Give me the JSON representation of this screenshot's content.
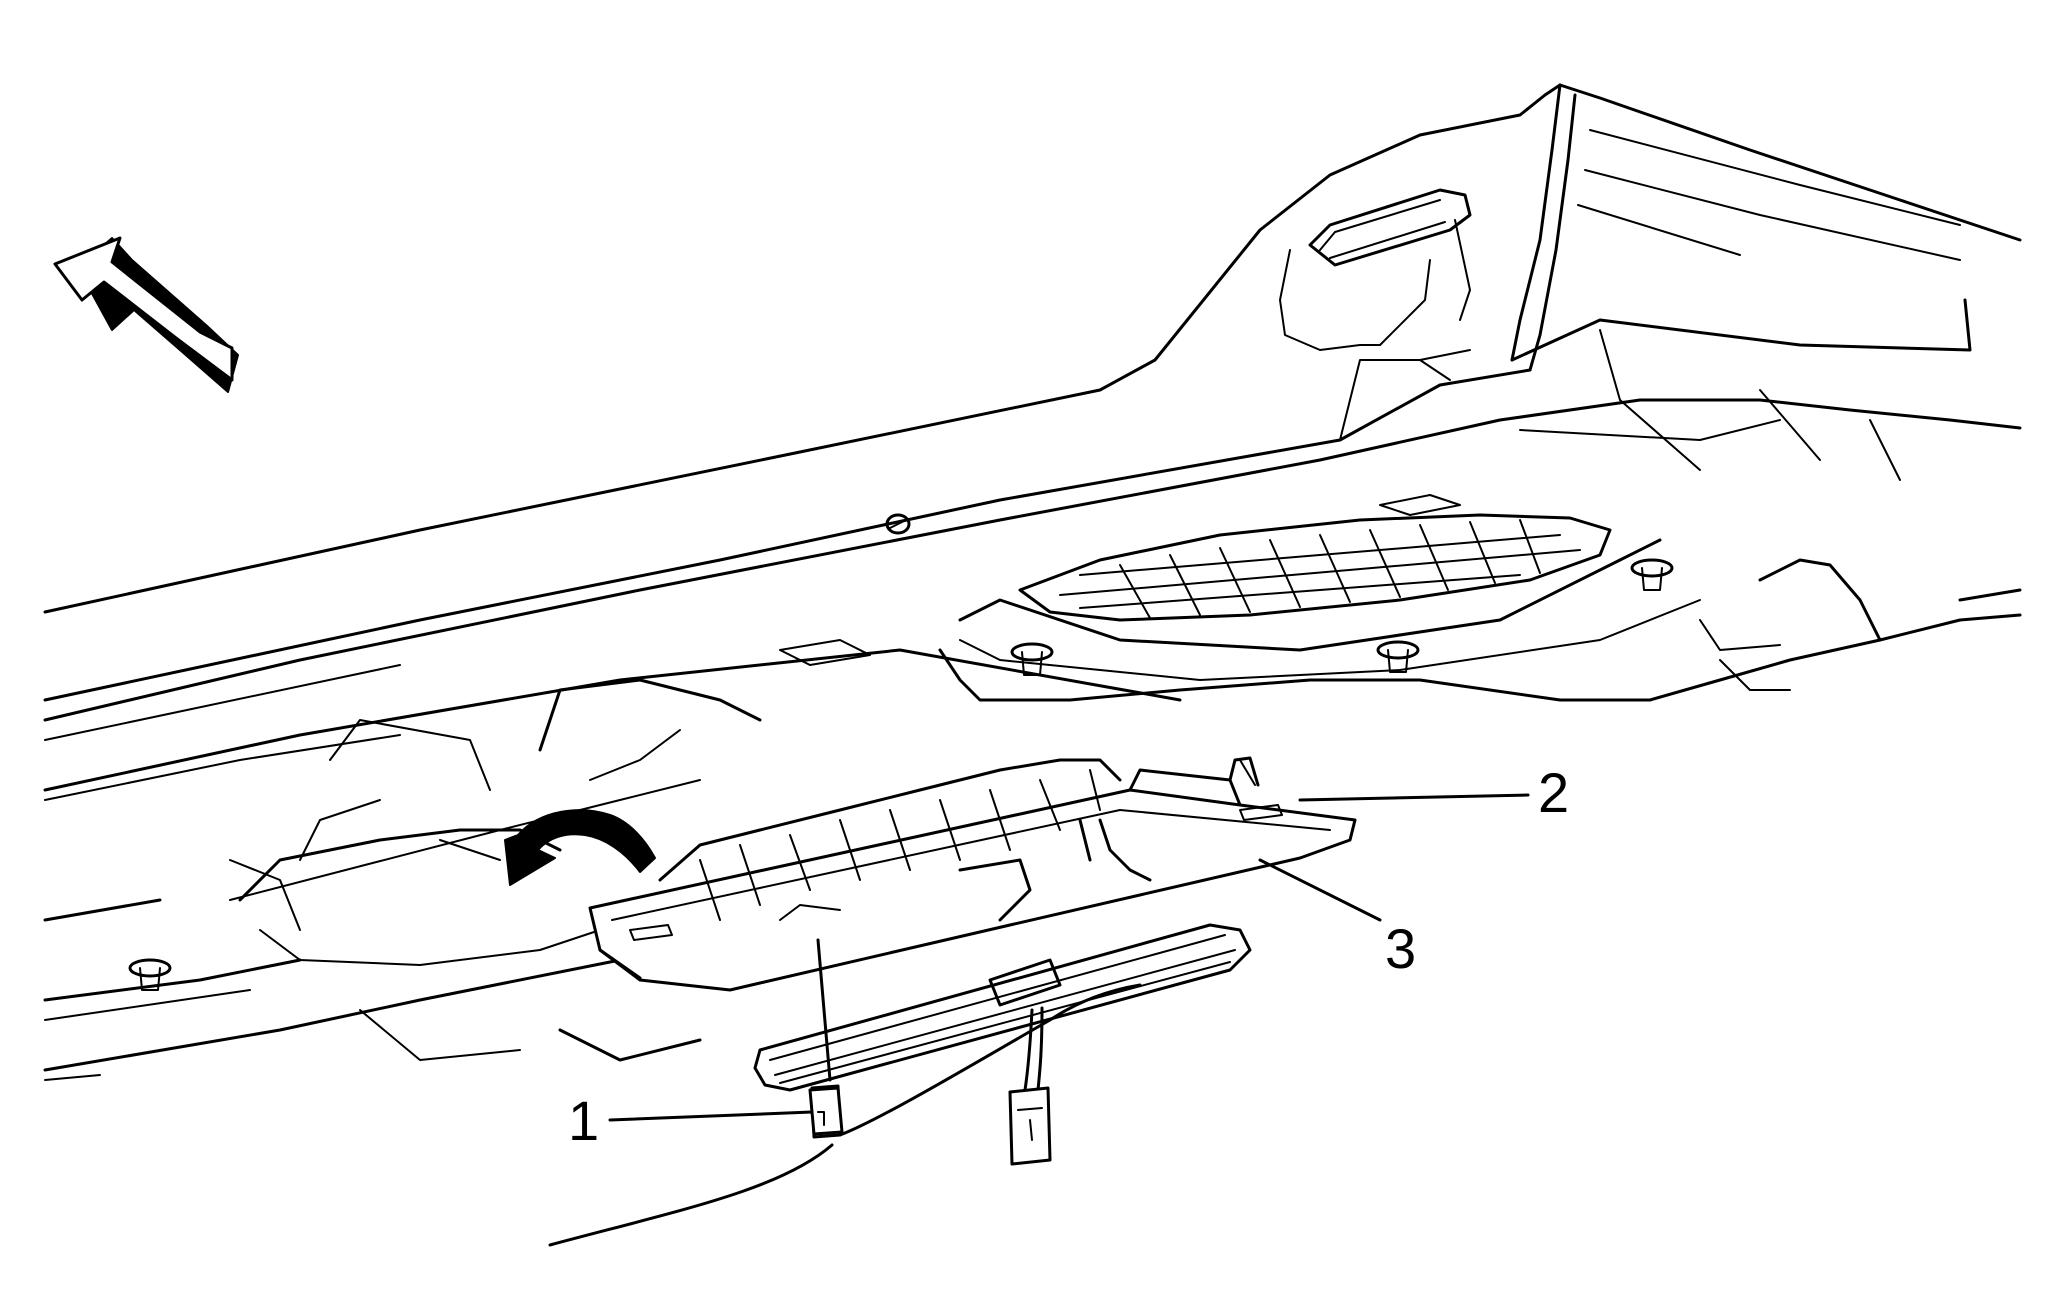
{
  "diagram": {
    "colors": {
      "line": "#000000",
      "background": "#ffffff"
    },
    "direction_arrow": {
      "icon": "forward-direction-arrow-icon"
    },
    "callouts": [
      {
        "id": "1",
        "label": "1"
      },
      {
        "id": "2",
        "label": "2"
      },
      {
        "id": "3",
        "label": "3"
      }
    ]
  }
}
